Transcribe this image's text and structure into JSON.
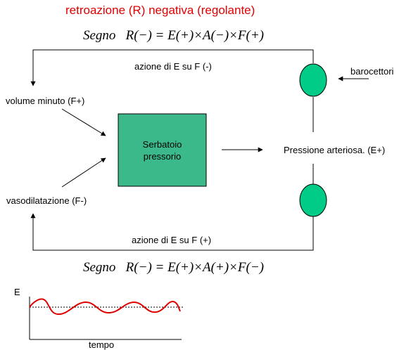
{
  "title": "retroazione (R) negativa (regolante)",
  "formula_top": "Segno   R(−) = E(+)×A(−)×F(+)",
  "formula_bottom": "Segno   R(−) = E(+)×A(+)×F(−)",
  "labels": {
    "top_loop": "azione di E su F (-)",
    "bottom_loop": "azione di E su F (+)",
    "barocettori": "barocettori",
    "volume_minuto": "volume minuto (F+)",
    "vasodilatazione": "vasodilatazione (F-)",
    "box_line1": "Serbatoio",
    "box_line2": "pressorio",
    "pressione": "Pressione arteriosa. (E+)"
  },
  "graph": {
    "y_label": "E",
    "x_label": "tempo"
  },
  "colors": {
    "title": "#e00000",
    "box_fill": "#3cb98a",
    "circle_fill": "#00cc88",
    "wave": "#dd0000"
  }
}
